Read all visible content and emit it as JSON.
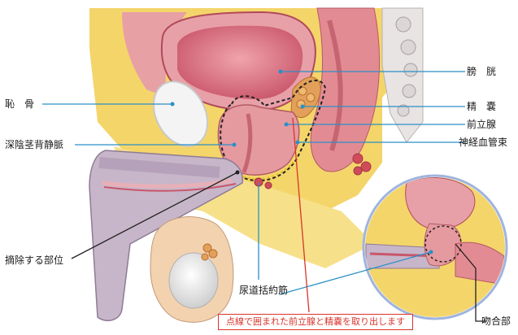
{
  "labels": {
    "bladder": "膀　胱",
    "pubic_bone": "恥　骨",
    "seminal_vesicle": "精　嚢",
    "prostate": "前立腺",
    "deep_dorsal_vein": "深陰茎背静脈",
    "neurovascular_bundle": "神経血管束",
    "resection_site": "摘除する部位",
    "urethral_sphincter": "尿道括約筋",
    "anastomosis": "吻合部"
  },
  "note": "点線で囲まれた前立腺と精嚢を取り出します",
  "colors": {
    "leader_blue": "#2a8fc8",
    "leader_red": "#d9342b",
    "leader_black": "#222222",
    "fat": "#f4d56a",
    "muscle": "#e59aa0",
    "mucosa": "#c9566a",
    "bone": "#f2f2f2",
    "inset_ring": "#9fb4de"
  }
}
